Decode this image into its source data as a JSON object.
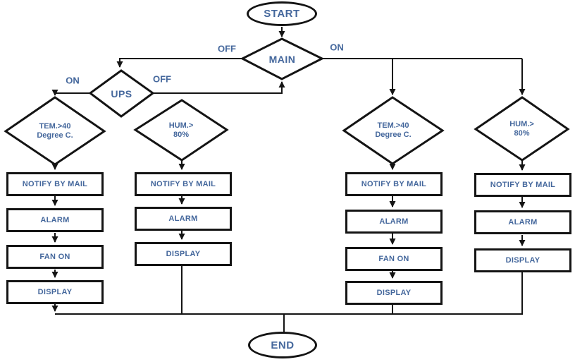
{
  "colors": {
    "line": "#141414",
    "text": "#44679C",
    "shape_fill": "#ffffff",
    "background": "#ffffff"
  },
  "nodes": {
    "start": {
      "label": "START"
    },
    "main": {
      "label": "MAIN"
    },
    "ups": {
      "label": "UPS"
    },
    "temp_left": {
      "line1": "TEM.>40",
      "line2": "Degree C."
    },
    "hum_left": {
      "line1": "HUM.>",
      "line2": "80%"
    },
    "temp_right": {
      "line1": "TEM.>40",
      "line2": "Degree C."
    },
    "hum_right": {
      "line1": "HUM.>",
      "line2": "80%"
    },
    "end": {
      "label": "END"
    }
  },
  "edge_labels": {
    "main_off": "OFF",
    "main_on": "ON",
    "ups_on": "ON",
    "ups_off": "OFF"
  },
  "columns": [
    {
      "id": "temp-left",
      "steps": [
        "NOTIFY BY MAIL",
        "ALARM",
        "FAN ON",
        "DISPLAY"
      ]
    },
    {
      "id": "hum-left",
      "steps": [
        "NOTIFY BY MAIL",
        "ALARM",
        "DISPLAY"
      ]
    },
    {
      "id": "temp-right",
      "steps": [
        "NOTIFY BY MAIL",
        "ALARM",
        "FAN ON",
        "DISPLAY"
      ]
    },
    {
      "id": "hum-right",
      "steps": [
        "NOTIFY BY MAIL",
        "ALARM",
        "DISPLAY"
      ]
    }
  ],
  "edges": [
    "START -> MAIN",
    "MAIN -OFF-> UPS",
    "MAIN -ON-> TEM.>40 (right), HUM.>80% (right)",
    "UPS -ON-> TEM.>40 (left)",
    "UPS -OFF-> MAIN (loop back)",
    "each decision -> NOTIFY BY MAIL -> ALARM -> (FAN ON) -> DISPLAY -> END"
  ]
}
